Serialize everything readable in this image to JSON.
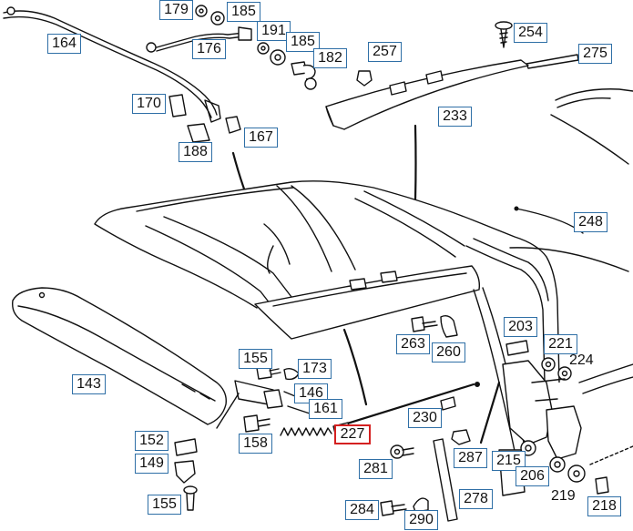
{
  "diagram": {
    "labels": {
      "p164": "164",
      "p179": "179",
      "p185a": "185",
      "p176": "176",
      "p191": "191",
      "p185b": "185",
      "p182": "182",
      "p257": "257",
      "p254": "254",
      "p275": "275",
      "p170": "170",
      "p167": "167",
      "p188": "188",
      "p233": "233",
      "p248": "248",
      "p143": "143",
      "p155a": "155",
      "p173": "173",
      "p146": "146",
      "p161": "161",
      "p227": "227",
      "p158": "158",
      "p152": "152",
      "p149": "149",
      "p155b": "155",
      "p263": "263",
      "p260": "260",
      "p230": "230",
      "p203": "203",
      "p221": "221",
      "p224": "224",
      "p281": "281",
      "p287": "287",
      "p215": "215",
      "p206": "206",
      "p219": "219",
      "p218": "218",
      "p278": "278",
      "p284": "284",
      "p290": "290"
    },
    "highlight_color": "#d42020",
    "label_border_color": "#2f6fa6"
  }
}
